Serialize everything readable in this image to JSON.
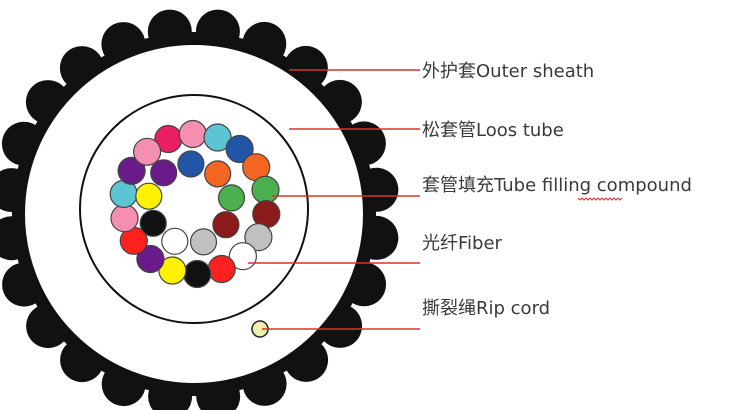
{
  "labels": {
    "outer_sheath": "外护套Outer sheath",
    "loose_tube": "松套管Loos tube",
    "filling_compound": "套管填充Tube filling compound",
    "fiber": "光纤Fiber",
    "rip_cord": "撕裂绳Rip cord"
  },
  "colors": {
    "sheath": "#111111",
    "leader_line": "#d9342b",
    "rip_cord": "#f3eeb0",
    "spellcheck_underline": "#d9342b"
  },
  "fibers_outer_ring": [
    "#e91e63",
    "#f48fb1",
    "#5bc5d3",
    "#2255a8",
    "#f26522",
    "#4caf50",
    "#8b1a1a",
    "#c0c0c0",
    "#ffffff",
    "#ff2020",
    "#111111",
    "#fff200",
    "#6a1b8a",
    "#ff2020",
    "#f48fb1",
    "#5bc5d3",
    "#6a1b8a",
    "#f48fb1"
  ],
  "fibers_inner_ring": [
    "#2255a8",
    "#f26522",
    "#4caf50",
    "#8b1a1a",
    "#c0c0c0",
    "#ffffff",
    "#111111",
    "#fff200",
    "#6a1b8a"
  ]
}
